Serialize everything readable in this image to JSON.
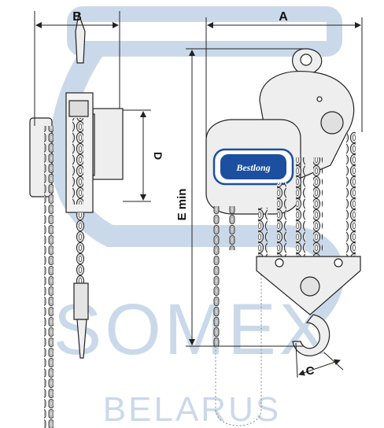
{
  "watermark": {
    "main": "SOMEX",
    "sub": "BELARUS",
    "color": "#b9cde3"
  },
  "brand_plate": {
    "logo_text": "Bestlong",
    "color": "#1d4fa0"
  },
  "dimensions": {
    "a": "A",
    "b": "B",
    "c": "C",
    "d": "D",
    "e": "E min"
  },
  "colors": {
    "line": "#222222",
    "metal_fill": "#eeeeee",
    "chain_fill": "#d4d4d4",
    "hand_chain": "#888888"
  }
}
